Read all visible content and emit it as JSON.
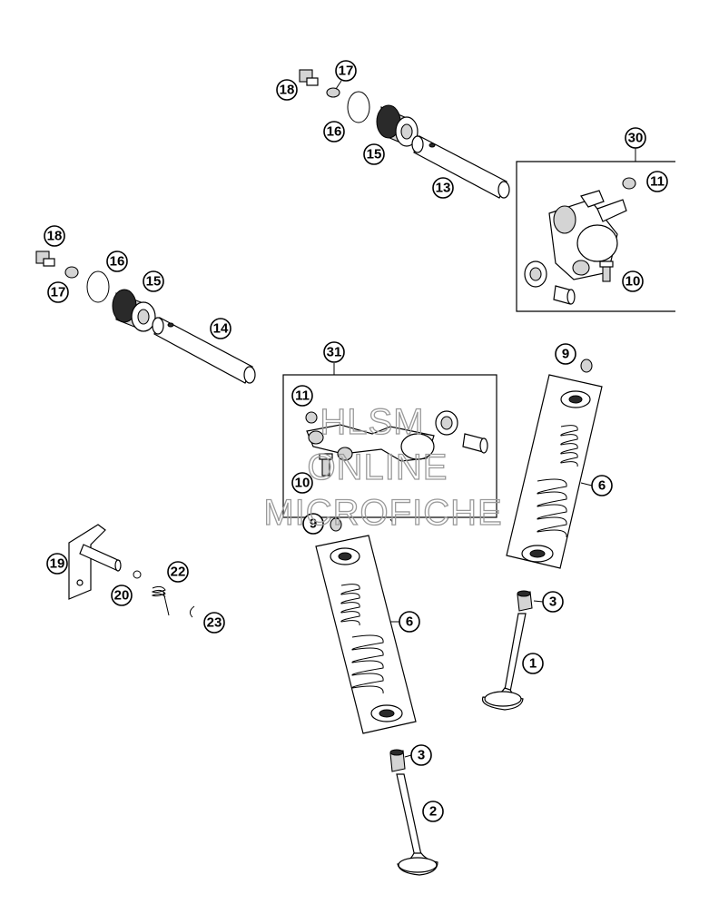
{
  "diagram": {
    "callouts": {
      "c18a": "18",
      "c17a": "17",
      "c16a": "16",
      "c15a": "15",
      "c13": "13",
      "c30": "30",
      "c11a": "11",
      "c10a": "10",
      "c18b": "18",
      "c16b": "16",
      "c17b": "17",
      "c15b": "15",
      "c14": "14",
      "c31": "31",
      "c11b": "11",
      "c10b": "10",
      "c9a": "9",
      "c6a": "6",
      "c3a": "3",
      "c1": "1",
      "c9b": "9",
      "c6b": "6",
      "c3b": "3",
      "c2": "2",
      "c19": "19",
      "c20": "20",
      "c22": "22",
      "c23": "23"
    },
    "watermark": {
      "line1": "HLSM",
      "line2": "ONLINE",
      "line3": "MICROFICHE"
    }
  }
}
